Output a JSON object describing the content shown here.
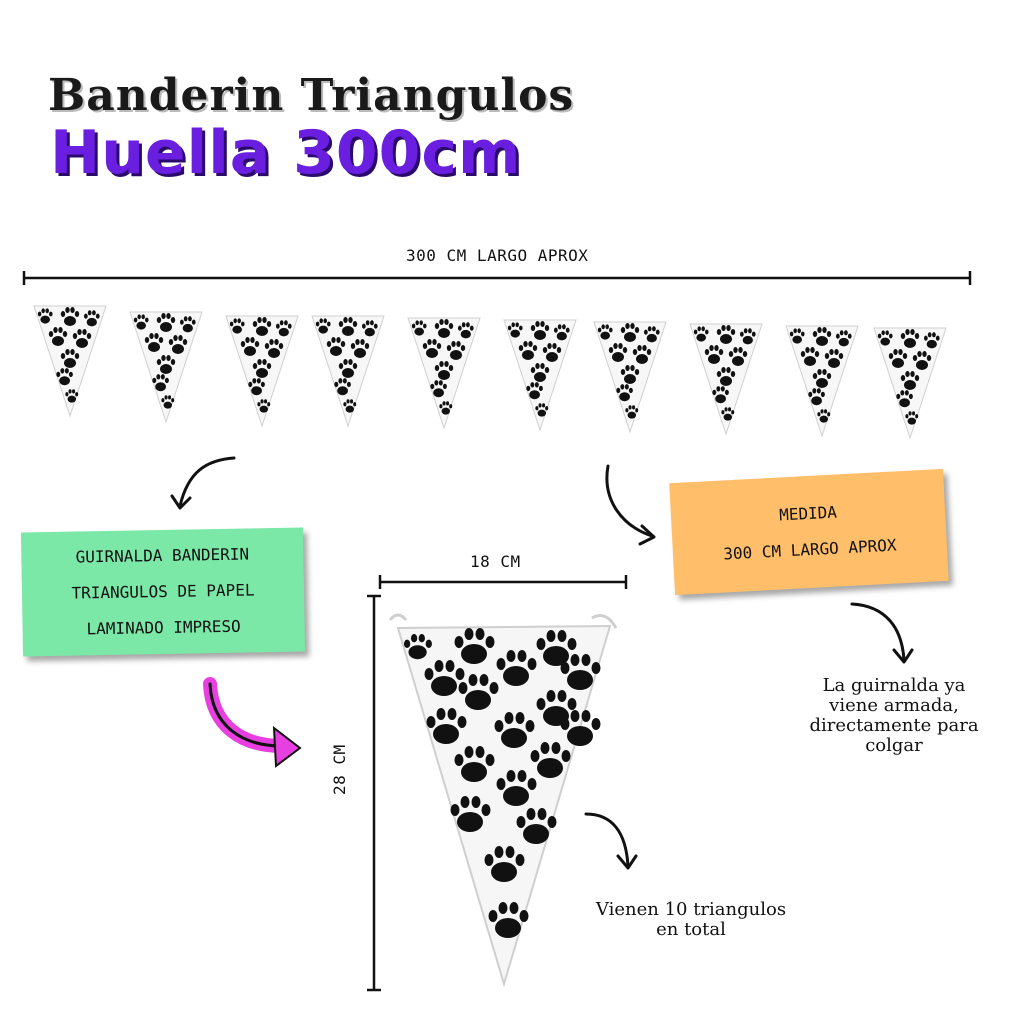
{
  "title": {
    "line1": "Banderin Triangulos",
    "line2": "Huella 300cm"
  },
  "top_measure": {
    "label": "300 CM LARGO APROX"
  },
  "pennant_count": 10,
  "green_label": {
    "lines": [
      "GUIRNALDA BANDERIN",
      "TRIANGULOS DE PAPEL",
      "LAMINADO IMPRESO"
    ]
  },
  "orange_label": {
    "lines": [
      "MEDIDA",
      "300 CM LARGO APROX"
    ]
  },
  "width_measure": {
    "label": "18 CM"
  },
  "height_measure": {
    "label": "28 CM"
  },
  "note_right": {
    "lines": [
      "La guirnalda ya",
      "viene armada,",
      "directamente para",
      "colgar"
    ]
  },
  "note_bottom": {
    "lines": [
      "Vienen 10 triangulos",
      "en total"
    ]
  },
  "colors": {
    "title_dark": "#1a1a1a",
    "title_purple": "#6a1ee0",
    "green_label": "#7be8a8",
    "orange_label": "#ffbe6a",
    "pink_arrow": "#e83fe0",
    "paw": "#111111"
  },
  "icons": [
    "paw-print-icon",
    "curved-arrow-icon"
  ]
}
